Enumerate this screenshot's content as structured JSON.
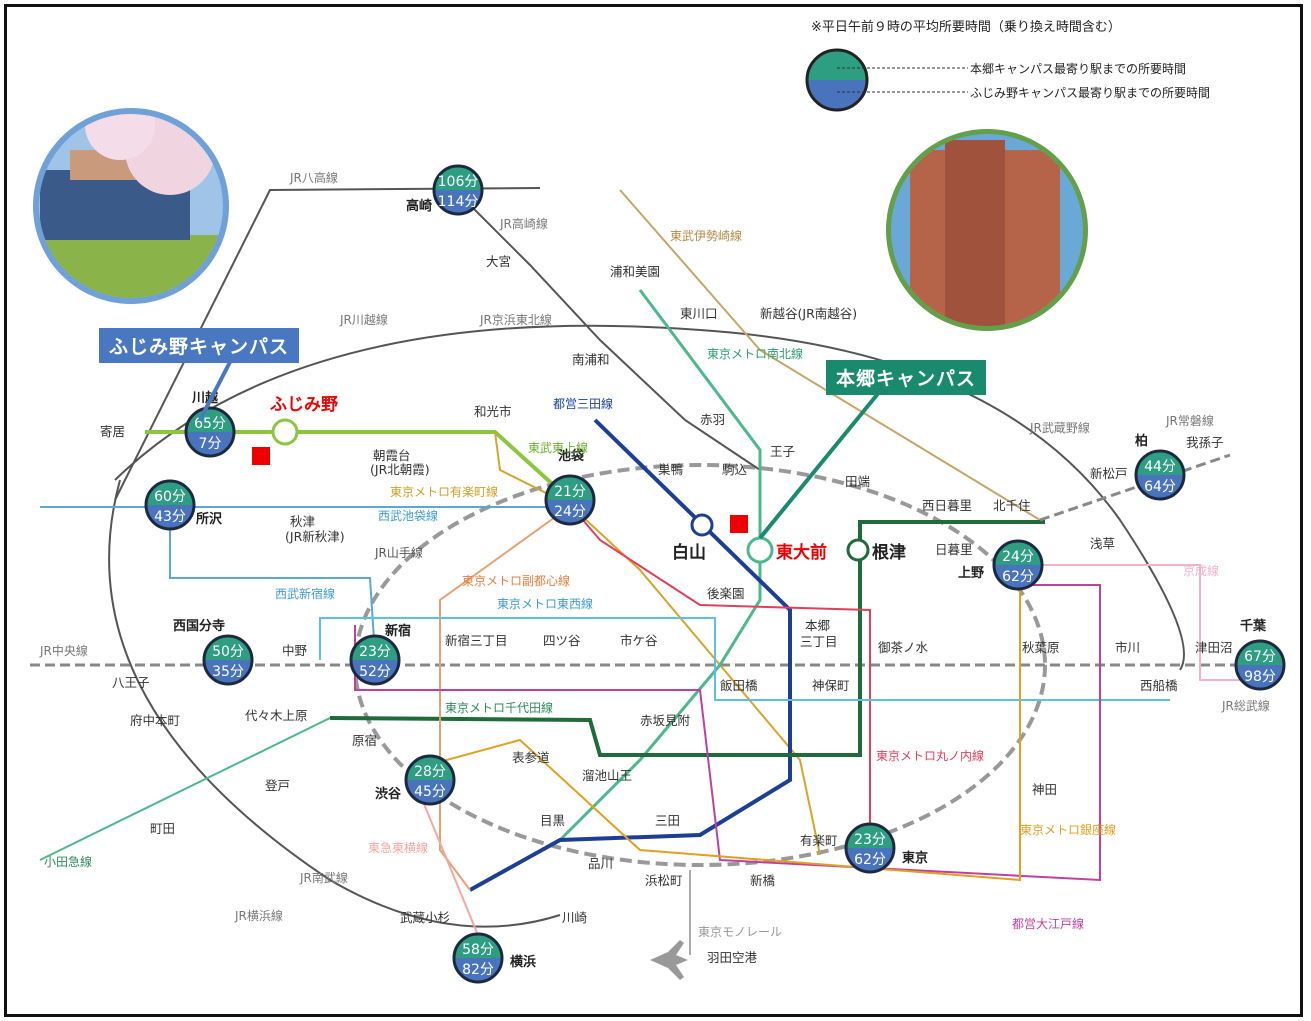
{
  "legend": {
    "title": "※平日午前９時の平均所要時間（乗り換え時間含む）",
    "hongo_desc": "本郷キャンパス最寄り駅までの所要時間",
    "fujimino_desc": "ふじみ野キャンパス最寄り駅までの所要時間"
  },
  "campuses": {
    "fujimino": {
      "label": "ふじみ野キャンパス",
      "station": "ふじみ野"
    },
    "hongo": {
      "label": "本郷キャンパス",
      "stations": [
        "白山",
        "東大前",
        "根津"
      ]
    }
  },
  "hubs": [
    {
      "id": "takasaki",
      "name": "高崎",
      "hongo": "106分",
      "fujimino": "114分"
    },
    {
      "id": "kawagoe",
      "name": "川越",
      "hongo": "65分",
      "fujimino": "7分"
    },
    {
      "id": "tokorozawa",
      "name": "所沢",
      "hongo": "60分",
      "fujimino": "43分"
    },
    {
      "id": "ikebukuro",
      "name": "池袋",
      "hongo": "21分",
      "fujimino": "24分"
    },
    {
      "id": "kokubunji",
      "name": "西国分寺",
      "hongo": "50分",
      "fujimino": "35分"
    },
    {
      "id": "shinjuku",
      "name": "新宿",
      "hongo": "23分",
      "fujimino": "52分"
    },
    {
      "id": "shibuya",
      "name": "渋谷",
      "hongo": "28分",
      "fujimino": "45分"
    },
    {
      "id": "yokohama",
      "name": "横浜",
      "hongo": "58分",
      "fujimino": "82分"
    },
    {
      "id": "ueno",
      "name": "上野",
      "hongo": "24分",
      "fujimino": "62分"
    },
    {
      "id": "kashiwa",
      "name": "柏",
      "hongo": "44分",
      "fujimino": "64分"
    },
    {
      "id": "tokyo",
      "name": "東京",
      "hongo": "23分",
      "fujimino": "62分"
    },
    {
      "id": "chiba",
      "name": "千葉",
      "hongo": "67分",
      "fujimino": "98分"
    }
  ],
  "stations": [
    "寄居",
    "朝霞台",
    "(JR北朝霞)",
    "和光市",
    "大宮",
    "浦和美園",
    "東川口",
    "新越谷(JR南越谷)",
    "南浦和",
    "赤羽",
    "王子",
    "駒込",
    "巣鴨",
    "田端",
    "西日暮里",
    "北千住",
    "日暮里",
    "浅草",
    "我孫子",
    "新松戸",
    "秋津",
    "(JR新秋津)",
    "後楽園",
    "本郷",
    "三丁目",
    "御茶ノ水",
    "秋葉原",
    "市川",
    "津田沼",
    "西船橋",
    "中野",
    "八王子",
    "府中本町",
    "代々木上原",
    "原宿",
    "表参道",
    "赤坂見附",
    "溜池山王",
    "新宿三丁目",
    "四ツ谷",
    "市ケ谷",
    "飯田橋",
    "神保町",
    "登戸",
    "町田",
    "目黒",
    "三田",
    "品川",
    "浜松町",
    "新橋",
    "有楽町",
    "神田",
    "川崎",
    "武蔵小杉",
    "羽田空港"
  ],
  "lines": [
    "JR八高線",
    "JR高崎線",
    "東武伊勢崎線",
    "JR川越線",
    "JR京浜東北線",
    "東京メトロ南北線",
    "都営三田線",
    "東武東上線",
    "東京メトロ有楽町線",
    "西武池袋線",
    "JR山手線",
    "JR武蔵野線",
    "JR常磐線",
    "東京メトロ副都心線",
    "西武新宿線",
    "東京メトロ東西線",
    "京成線",
    "JR中央線",
    "JR総武線",
    "東京メトロ千代田線",
    "東京メトロ丸ノ内線",
    "東急東横線",
    "JR南武線",
    "JR横浜線",
    "小田急線",
    "東京メトロ銀座線",
    "都営大江戸線",
    "東京モノレール"
  ],
  "colors": {
    "hongo": "#1a8a6e",
    "fujimino": "#4a78c0",
    "fujimino_line": "#8cc63f",
    "chiyoda": "#1f6b3a",
    "mita": "#1c3f94",
    "tokyu": "#f4a7a1"
  }
}
